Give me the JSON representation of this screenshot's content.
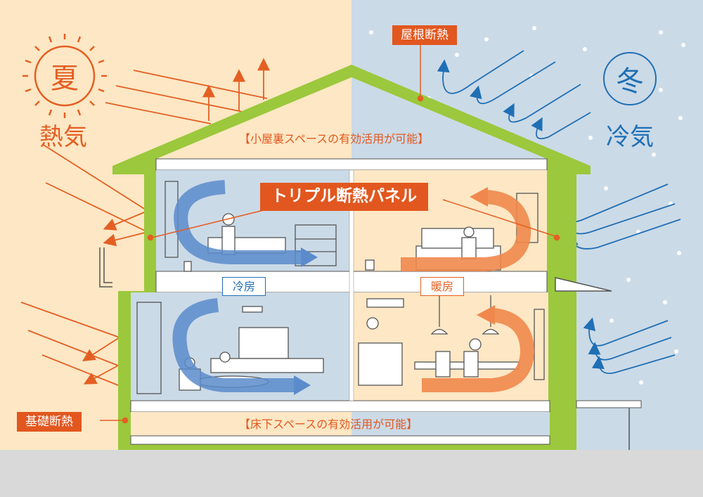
{
  "labels": {
    "summer_char": "夏",
    "summer_sub": "熱気",
    "winter_char": "冬",
    "winter_sub": "冷気",
    "roof_insulation": "屋根断熱",
    "attic_note": "【小屋裏スペースの有効活用が可能】",
    "triple_panel": "トリプル断熱パネル",
    "cooling": "冷房",
    "heating": "暖房",
    "foundation_insulation": "基礎断熱",
    "underfloor_note": "【床下スペースの有効活用が可能】"
  },
  "colors": {
    "summer_bg": "#fde7c4",
    "winter_bg": "#cbdae7",
    "wall_green": "#9bc83c",
    "heat_orange": "#e45f23",
    "cold_blue": "#1f6fb5",
    "flow_blue": "#5b8bcb",
    "flow_orange": "#f0884d",
    "ground": "#d9d9d9"
  }
}
